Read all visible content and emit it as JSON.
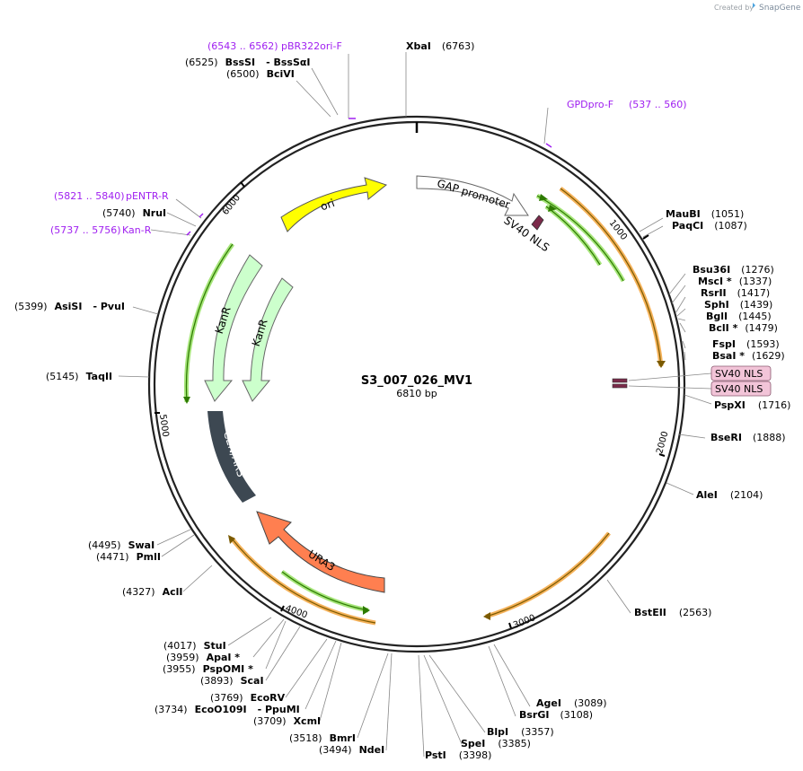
{
  "credit": {
    "created_by": "Created by",
    "brand": "SnapGene"
  },
  "plasmid": {
    "name": "S3_007_026_MV1",
    "size": "6810 bp"
  },
  "ticks": [
    "1000",
    "2000",
    "3000",
    "4000",
    "5000",
    "6000"
  ],
  "features": [
    {
      "label": "ori",
      "color": "#ffff00"
    },
    {
      "label": "GAP promoter",
      "color": "#ffffff"
    },
    {
      "label": "SV40 NLS",
      "color": "#7b2a4a"
    },
    {
      "label": "KanR",
      "color": "#ccffcc"
    },
    {
      "label": "KanR",
      "color": "#ccffcc"
    },
    {
      "label": "CEN/ARS",
      "color": "#3d4852"
    },
    {
      "label": "URA3",
      "color": "#ff7f50"
    }
  ],
  "boxed_labels": [
    "SV40 NLS",
    "SV40 NLS"
  ],
  "primers": [
    {
      "range": "(6543 .. 6562)",
      "name": "pBR322ori-F"
    },
    {
      "range": "(537 .. 560)",
      "name": "GPDpro-F"
    },
    {
      "range": "(5821 .. 5840)",
      "name": "pENTR-R"
    },
    {
      "range": "(5737 .. 5756)",
      "name": "Kan-R"
    }
  ],
  "enzymes_right": [
    {
      "name": "XbaI",
      "pos": "(6763)"
    },
    {
      "name": "MauBI",
      "pos": "(1051)"
    },
    {
      "name": "PaqCI",
      "pos": "(1087)"
    },
    {
      "name": "Bsu36I",
      "pos": "(1276)"
    },
    {
      "name": "MscI *",
      "pos": "(1337)"
    },
    {
      "name": "RsrII",
      "pos": "(1417)"
    },
    {
      "name": "SphI",
      "pos": "(1439)"
    },
    {
      "name": "BglI",
      "pos": "(1445)"
    },
    {
      "name": "BclI *",
      "pos": "(1479)"
    },
    {
      "name": "FspI",
      "pos": "(1593)"
    },
    {
      "name": "BsaI *",
      "pos": "(1629)"
    },
    {
      "name": "PspXI",
      "pos": "(1716)"
    },
    {
      "name": "BseRI",
      "pos": "(1888)"
    },
    {
      "name": "AleI",
      "pos": "(2104)"
    },
    {
      "name": "BstEII",
      "pos": "(2563)"
    },
    {
      "name": "AgeI",
      "pos": "(3089)"
    },
    {
      "name": "BsrGI",
      "pos": "(3108)"
    },
    {
      "name": "BlpI",
      "pos": "(3357)"
    },
    {
      "name": "SpeI",
      "pos": "(3385)"
    },
    {
      "name": "PstI",
      "pos": "(3398)"
    }
  ],
  "enzymes_left": [
    {
      "pos": "(6525)",
      "name": "BssSI",
      "name2": "- BssSαI"
    },
    {
      "pos": "(6500)",
      "name": "BciVI"
    },
    {
      "pos": "(5740)",
      "name": "NruI"
    },
    {
      "pos": "(5399)",
      "name": "AsiSI",
      "name2": "- PvuI"
    },
    {
      "pos": "(5145)",
      "name": "TaqII"
    },
    {
      "pos": "(4495)",
      "name": "SwaI"
    },
    {
      "pos": "(4471)",
      "name": "PmlI"
    },
    {
      "pos": "(4327)",
      "name": "AclI"
    },
    {
      "pos": "(4017)",
      "name": "StuI"
    },
    {
      "pos": "(3959)",
      "name": "ApaI *"
    },
    {
      "pos": "(3955)",
      "name": "PspOMI *"
    },
    {
      "pos": "(3893)",
      "name": "ScaI"
    },
    {
      "pos": "(3769)",
      "name": "EcoRV"
    },
    {
      "pos": "(3734)",
      "name": "EcoO109I",
      "name2": "- PpuMI"
    },
    {
      "pos": "(3709)",
      "name": "XcmI"
    },
    {
      "pos": "(3518)",
      "name": "BmrI"
    },
    {
      "pos": "(3494)",
      "name": "NdeI"
    }
  ]
}
